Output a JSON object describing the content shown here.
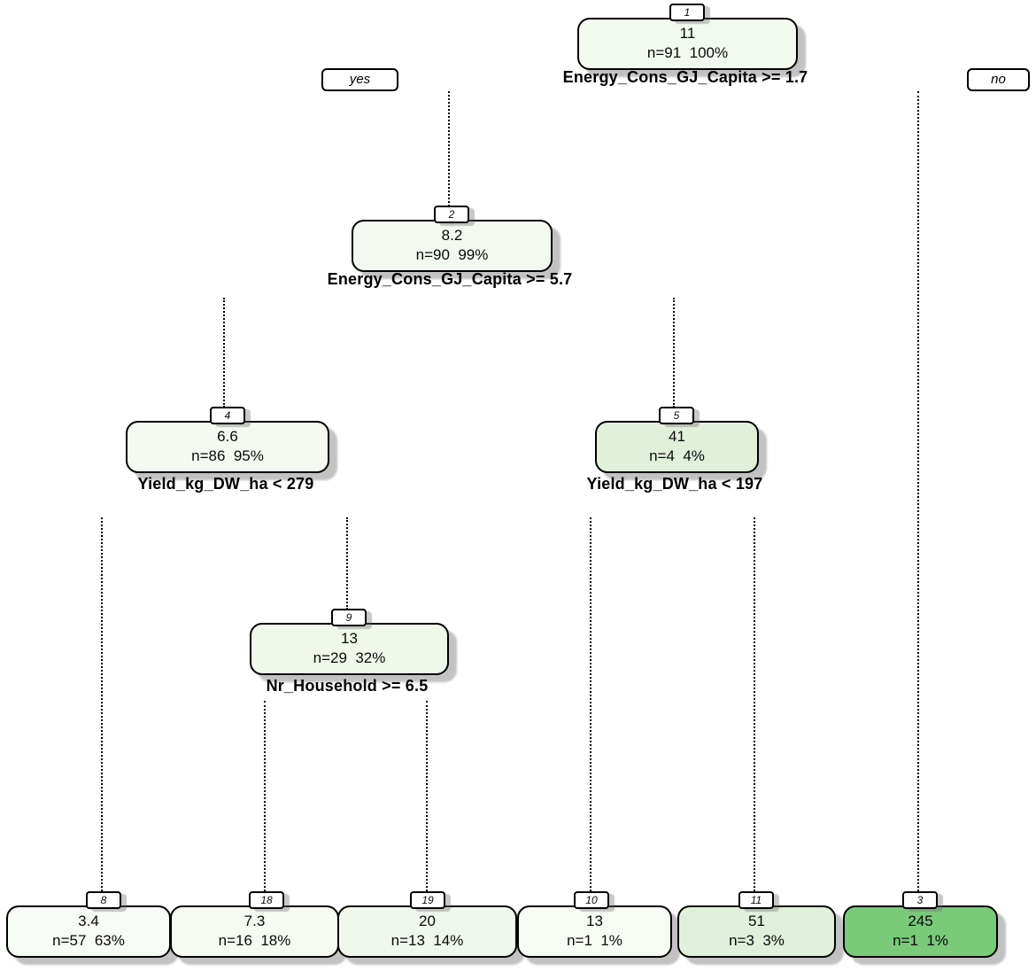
{
  "edge_labels": {
    "yes": "yes",
    "no": "no"
  },
  "colors": {
    "branch": "#000000",
    "box_border": "#000000",
    "leaf_darkest_fill": "#79ca79"
  },
  "nodes": [
    {
      "id": "1",
      "value": "11",
      "n": "n=91  100%",
      "split": "Energy_Cons_GJ_Capita >= 1.7",
      "fill": "#f2f9ef"
    },
    {
      "id": "2",
      "value": "8.2",
      "n": "n=90  99%",
      "split": "Energy_Cons_GJ_Capita >= 5.7",
      "fill": "#f3f9f0"
    },
    {
      "id": "4",
      "value": "6.6",
      "n": "n=86  95%",
      "split": "Yield_kg_DW_ha < 279",
      "fill": "#f4faf1"
    },
    {
      "id": "5",
      "value": "41",
      "n": "n=4  4%",
      "split": "Yield_kg_DW_ha < 197",
      "fill": "#e1f0d9"
    },
    {
      "id": "9",
      "value": "13",
      "n": "n=29  32%",
      "split": "Nr_Household >= 6.5",
      "fill": "#f0f8ec"
    },
    {
      "id": "8",
      "value": "3.4",
      "n": "n=57  63%",
      "fill": "#f7fbf5"
    },
    {
      "id": "18",
      "value": "7.3",
      "n": "n=16  18%",
      "fill": "#f5faf2"
    },
    {
      "id": "19",
      "value": "20",
      "n": "n=13  14%",
      "fill": "#f0f8ed"
    },
    {
      "id": "10",
      "value": "13",
      "n": "n=1  1%",
      "fill": "#f6fbf4"
    },
    {
      "id": "11",
      "value": "51",
      "n": "n=3  3%",
      "fill": "#e0f0da"
    },
    {
      "id": "3",
      "value": "245",
      "n": "n=1  1%",
      "fill": "#79ca79"
    }
  ]
}
